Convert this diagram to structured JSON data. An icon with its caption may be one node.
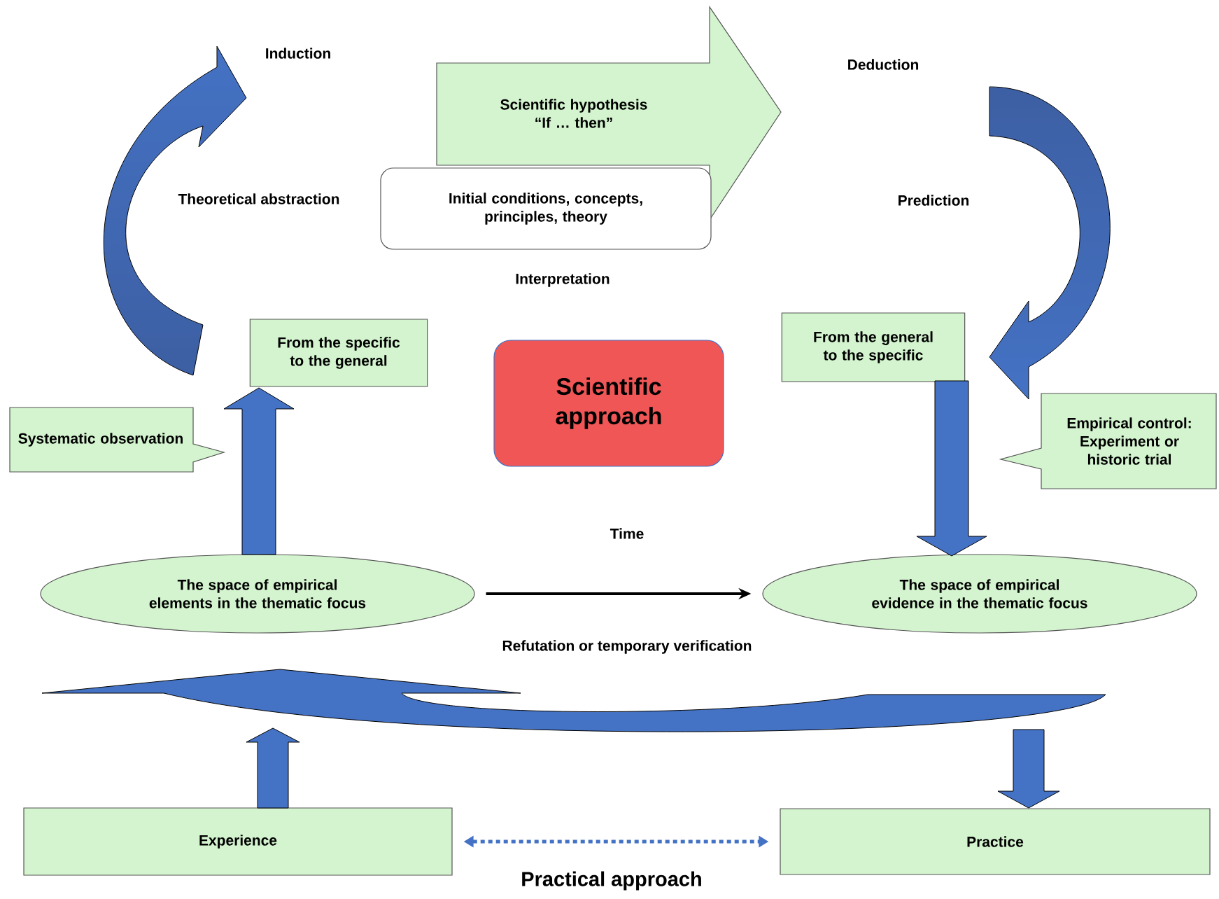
{
  "diagram": {
    "nodes": [
      {
        "text": [
          "Scientific hypothesis “If … then”"
        ]
      },
      {
        "text": [
          "Initial conditions, concepts, principles, theory"
        ]
      },
      {
        "text": [
          "From the specific to the general"
        ]
      },
      {
        "text": [
          "From the general to the specific"
        ]
      },
      {
        "text": [
          "Scientific approach"
        ]
      },
      {
        "text": [
          "Systematic observation"
        ]
      },
      {
        "text": [
          "Empirical control: Experiment or historic trial"
        ]
      },
      {
        "text": [
          "The space of empirical elements in the thematic focus"
        ]
      },
      {
        "text": [
          "The space of empirical evidence in the thematic focus"
        ]
      },
      {
        "text": [
          "Experience"
        ]
      },
      {
        "text": [
          "Practice"
        ]
      }
    ],
    "edges": [
      {
        "from": 7,
        "to": 8,
        "arrow": "to",
        "label": "Time",
        "color": "#000000"
      },
      {
        "from": 7,
        "to": 2,
        "arrow": "to",
        "style": "thick"
      },
      {
        "from": 3,
        "to": 8,
        "arrow": "to",
        "style": "thick"
      },
      {
        "from": 9,
        "to": null,
        "arrow": "to",
        "style": "thick"
      },
      {
        "from": null,
        "to": 10,
        "arrow": "to",
        "style": "thick"
      },
      {
        "from": 9,
        "to": 10,
        "arrow": "both",
        "style": "dashed",
        "color": "#4472c4"
      }
    ],
    "labels": [
      "Induction",
      "Deduction",
      "Theoretical abstraction",
      "Prediction",
      "Interpretation",
      "Refutation or temporary verification",
      "Practical approach"
    ]
  }
}
